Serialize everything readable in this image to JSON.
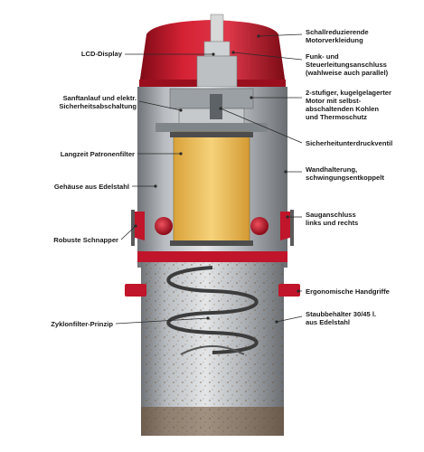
{
  "labels_left": [
    {
      "id": "lcd",
      "text": "LCD-Display"
    },
    {
      "id": "softstart",
      "text": "Sanftanlauf und elektr.\nSicherheitsabschaltung"
    },
    {
      "id": "filter",
      "text": "Langzeit Patronenfilter"
    },
    {
      "id": "housing",
      "text": "Gehäuse aus Edelstahl"
    },
    {
      "id": "latch",
      "text": "Robuste Schnapper"
    },
    {
      "id": "cyclone",
      "text": "Zyklonfilter-Prinzip"
    }
  ],
  "labels_right": [
    {
      "id": "cover",
      "text": "Schallreduzierende\nMotorverkleidung"
    },
    {
      "id": "control",
      "text": "Funk- und\nSteuerleitungsanschluss\n(wahlweise auch parallel)"
    },
    {
      "id": "motor",
      "text": "2-stufiger, kugelgelagerter\nMotor mit selbst-\nabschaltenden Kohlen\nund Thermoschutz"
    },
    {
      "id": "valve",
      "text": "Sicherheitunterdruckventil"
    },
    {
      "id": "wallmount",
      "text": "Wandhalterung,\nschwingungsentkoppelt"
    },
    {
      "id": "inlet",
      "text": "Sauganschluss\nlinks und rechts"
    },
    {
      "id": "handles",
      "text": "Ergonomische Handgriffe"
    },
    {
      "id": "container",
      "text": "Staubbehälter 30/45 l.\naus Edelstahl"
    }
  ],
  "colors": {
    "red": "#c0152a",
    "steel": "#a8acb0",
    "filter_yellow": "#f0c65a"
  }
}
